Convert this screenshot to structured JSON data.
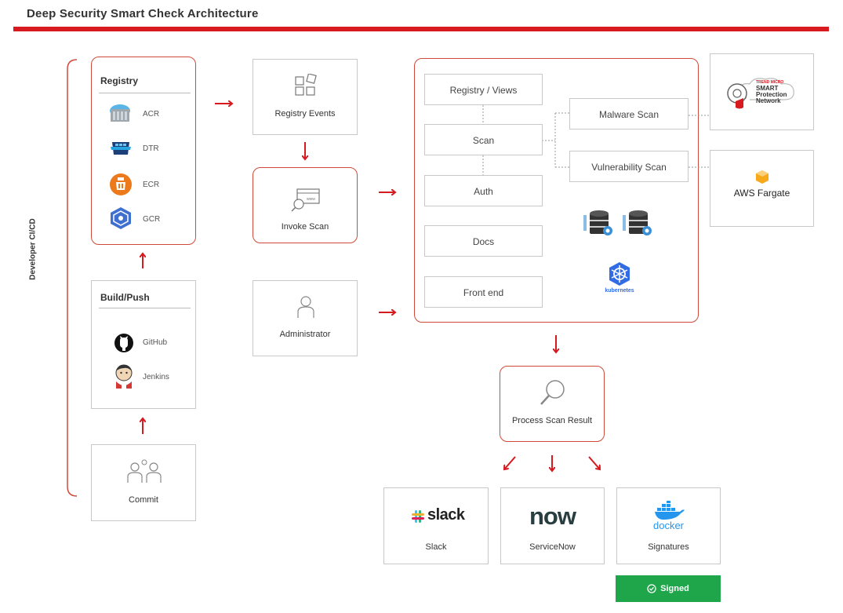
{
  "header": {
    "title": "Deep Security Smart Check Architecture"
  },
  "side_label": "Developer CI/CD",
  "registry": {
    "title": "Registry",
    "items": [
      {
        "label": "ACR",
        "icon": "azure-registry-icon"
      },
      {
        "label": "DTR",
        "icon": "docker-trusted-registry-icon"
      },
      {
        "label": "ECR",
        "icon": "amazon-ecr-icon"
      },
      {
        "label": "GCR",
        "icon": "google-container-registry-icon"
      }
    ]
  },
  "build_push": {
    "title": "Build/Push",
    "items": [
      {
        "label": "GitHub",
        "icon": "github-icon"
      },
      {
        "label": "Jenkins",
        "icon": "jenkins-icon"
      }
    ]
  },
  "commit": {
    "label": "Commit"
  },
  "registry_events": {
    "label": "Registry Events"
  },
  "invoke_scan": {
    "label": "Invoke Scan"
  },
  "administrator": {
    "label": "Administrator"
  },
  "smart_check": {
    "services": [
      "Registry / Views",
      "Scan",
      "Auth",
      "Docs",
      "Front end"
    ],
    "scanners": [
      "Malware Scan",
      "Vulnerability Scan"
    ],
    "kubernetes_label": "kubernetes"
  },
  "spn": {
    "brand": "TREND MICRO",
    "line1": "SMART",
    "line2": "Protection",
    "line3": "Network"
  },
  "aws": {
    "label": "AWS Fargate"
  },
  "process_scan": {
    "label": "Process Scan Result"
  },
  "outputs": [
    {
      "logo": "slack",
      "label": "Slack"
    },
    {
      "logo": "now",
      "label": "ServiceNow"
    },
    {
      "logo": "docker",
      "label": "Signatures"
    }
  ],
  "signed": {
    "label": "Signed"
  },
  "colors": {
    "accent": "#d71920",
    "box_red": "#d04a3a",
    "signed": "#1fa64a"
  }
}
